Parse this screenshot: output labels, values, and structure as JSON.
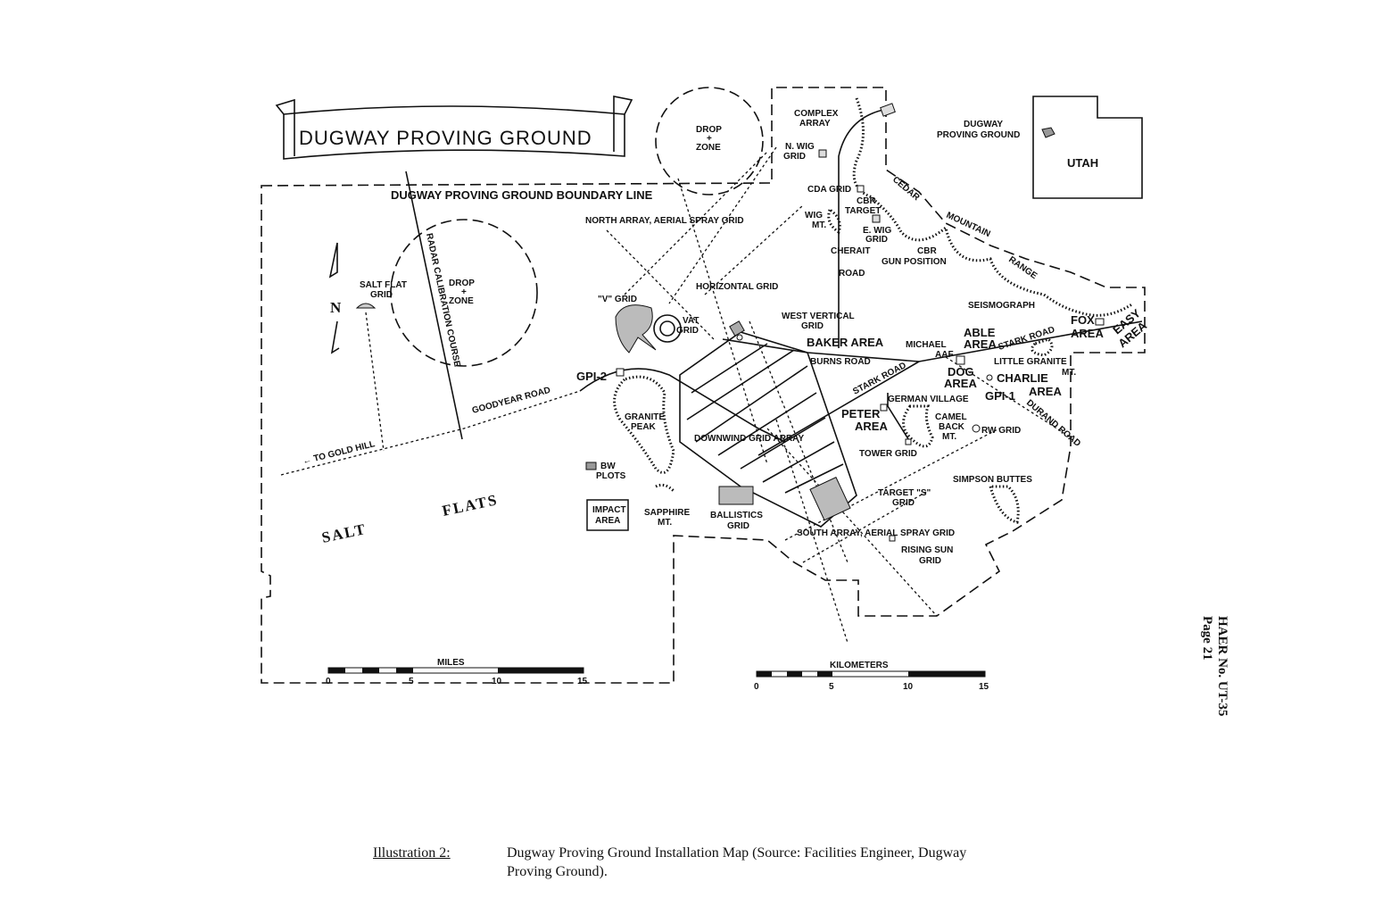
{
  "map": {
    "title": "DUGWAY PROVING GROUND",
    "boundary_label": "DUGWAY PROVING GROUND BOUNDARY LINE",
    "inset": {
      "state": "UTAH",
      "marker_label_1": "DUGWAY",
      "marker_label_2": "PROVING GROUND"
    },
    "north_label": "N",
    "labels": {
      "drop_zone_1": [
        "DROP",
        "+",
        "ZONE"
      ],
      "drop_zone_2": [
        "DROP",
        "+",
        "ZONE"
      ],
      "salt_flat_grid": [
        "SALT FLAT",
        "GRID"
      ],
      "radar": "RADAR CALIBRATION COURSE",
      "complex_array": [
        "COMPLEX",
        "ARRAY"
      ],
      "n_wig_grid": [
        "N. WIG",
        "GRID"
      ],
      "cda_grid": "CDA GRID",
      "cbr_target": [
        "CBR",
        "TARGET"
      ],
      "wig_mt": [
        "WIG",
        "MT."
      ],
      "e_wig_grid": [
        "E. WIG",
        "GRID"
      ],
      "cherait_road": [
        "CHERAIT",
        "ROAD"
      ],
      "cbr_gun": [
        "CBR",
        "GUN POSITION"
      ],
      "cedar": "CEDAR",
      "mountain": "MOUNTAIN",
      "range": "RANGE",
      "north_array": "NORTH ARRAY, AERIAL SPRAY GRID",
      "v_grid": "\"V\" GRID",
      "vat_grid": [
        "VAT",
        "GRID"
      ],
      "horizontal_grid": "HORIZONTAL GRID",
      "west_vertical": [
        "WEST VERTICAL",
        "GRID"
      ],
      "baker_area": "BAKER AREA",
      "burns_road": "BURNS ROAD",
      "seismograph": "SEISMOGRAPH",
      "fox_area": [
        "FOX",
        "AREA"
      ],
      "easy_area": [
        "EASY",
        "AREA"
      ],
      "michael_aaf": [
        "MICHAEL",
        "AAF"
      ],
      "able_area": [
        "ABLE",
        "AREA"
      ],
      "stark_road_1": "STARK ROAD",
      "stark_road_2": "STARK ROAD",
      "little_granite": [
        "LITTLE GRANITE",
        "MT."
      ],
      "dog_area": [
        "DOG",
        "AREA"
      ],
      "charlie_area": [
        "CHARLIE",
        "AREA"
      ],
      "gpi_1": "GPI-1",
      "durand_road": "DURAND ROAD",
      "gpi_2": "GPI-2",
      "goodyear_road": "GOODYEAR ROAD",
      "to_gold_hill": "← TO GOLD HILL",
      "granite_peak": [
        "GRANITE",
        "PEAK"
      ],
      "german_village": "GERMAN VILLAGE",
      "peter_area": [
        "PETER",
        "AREA"
      ],
      "camel_back": [
        "CAMEL",
        "BACK",
        "MT."
      ],
      "rw_grid": "RW GRID",
      "downwind": "DOWNWIND GRID ARRAY",
      "tower_grid": "TOWER GRID",
      "bw_plots": [
        "BW",
        "PLOTS"
      ],
      "salt": "SALT",
      "flats": "FLATS",
      "impact_area": [
        "IMPACT",
        "AREA"
      ],
      "sapphire": [
        "SAPPHIRE",
        "MT."
      ],
      "ballistics": [
        "BALLISTICS",
        "GRID"
      ],
      "target_s": [
        "TARGET \"S\"",
        "GRID"
      ],
      "simpson": "SIMPSON BUTTES",
      "south_array": "SOUTH ARRAY, AERIAL SPRAY GRID",
      "rising_sun": [
        "RISING SUN",
        "GRID"
      ]
    },
    "scales": {
      "miles": {
        "label": "MILES",
        "ticks": [
          "0",
          "5",
          "10",
          "15"
        ]
      },
      "kilometers": {
        "label": "KILOMETERS",
        "ticks": [
          "0",
          "5",
          "10",
          "15"
        ]
      }
    }
  },
  "side_note": {
    "line1": "HAER No. UT-35",
    "line2": "Page 21"
  },
  "caption": {
    "label": "Illustration 2:",
    "text": "Dugway Proving Ground Installation Map (Source: Facilities Engineer, Dugway Proving Ground)."
  }
}
